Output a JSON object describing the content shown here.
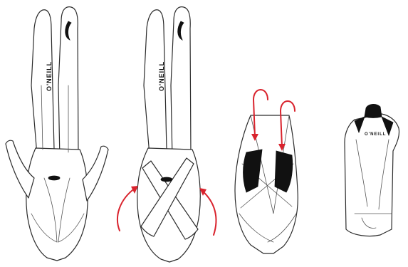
{
  "brand": {
    "text": "O'NEILL"
  },
  "steps": [
    {
      "name": "step-1-flat"
    },
    {
      "name": "step-2-fold-arms"
    },
    {
      "name": "step-3-fold-legs"
    },
    {
      "name": "step-4-folded"
    }
  ],
  "colors": {
    "arrow": "#d9232d",
    "outline": "#2b2b2b",
    "panel": "#111111"
  }
}
